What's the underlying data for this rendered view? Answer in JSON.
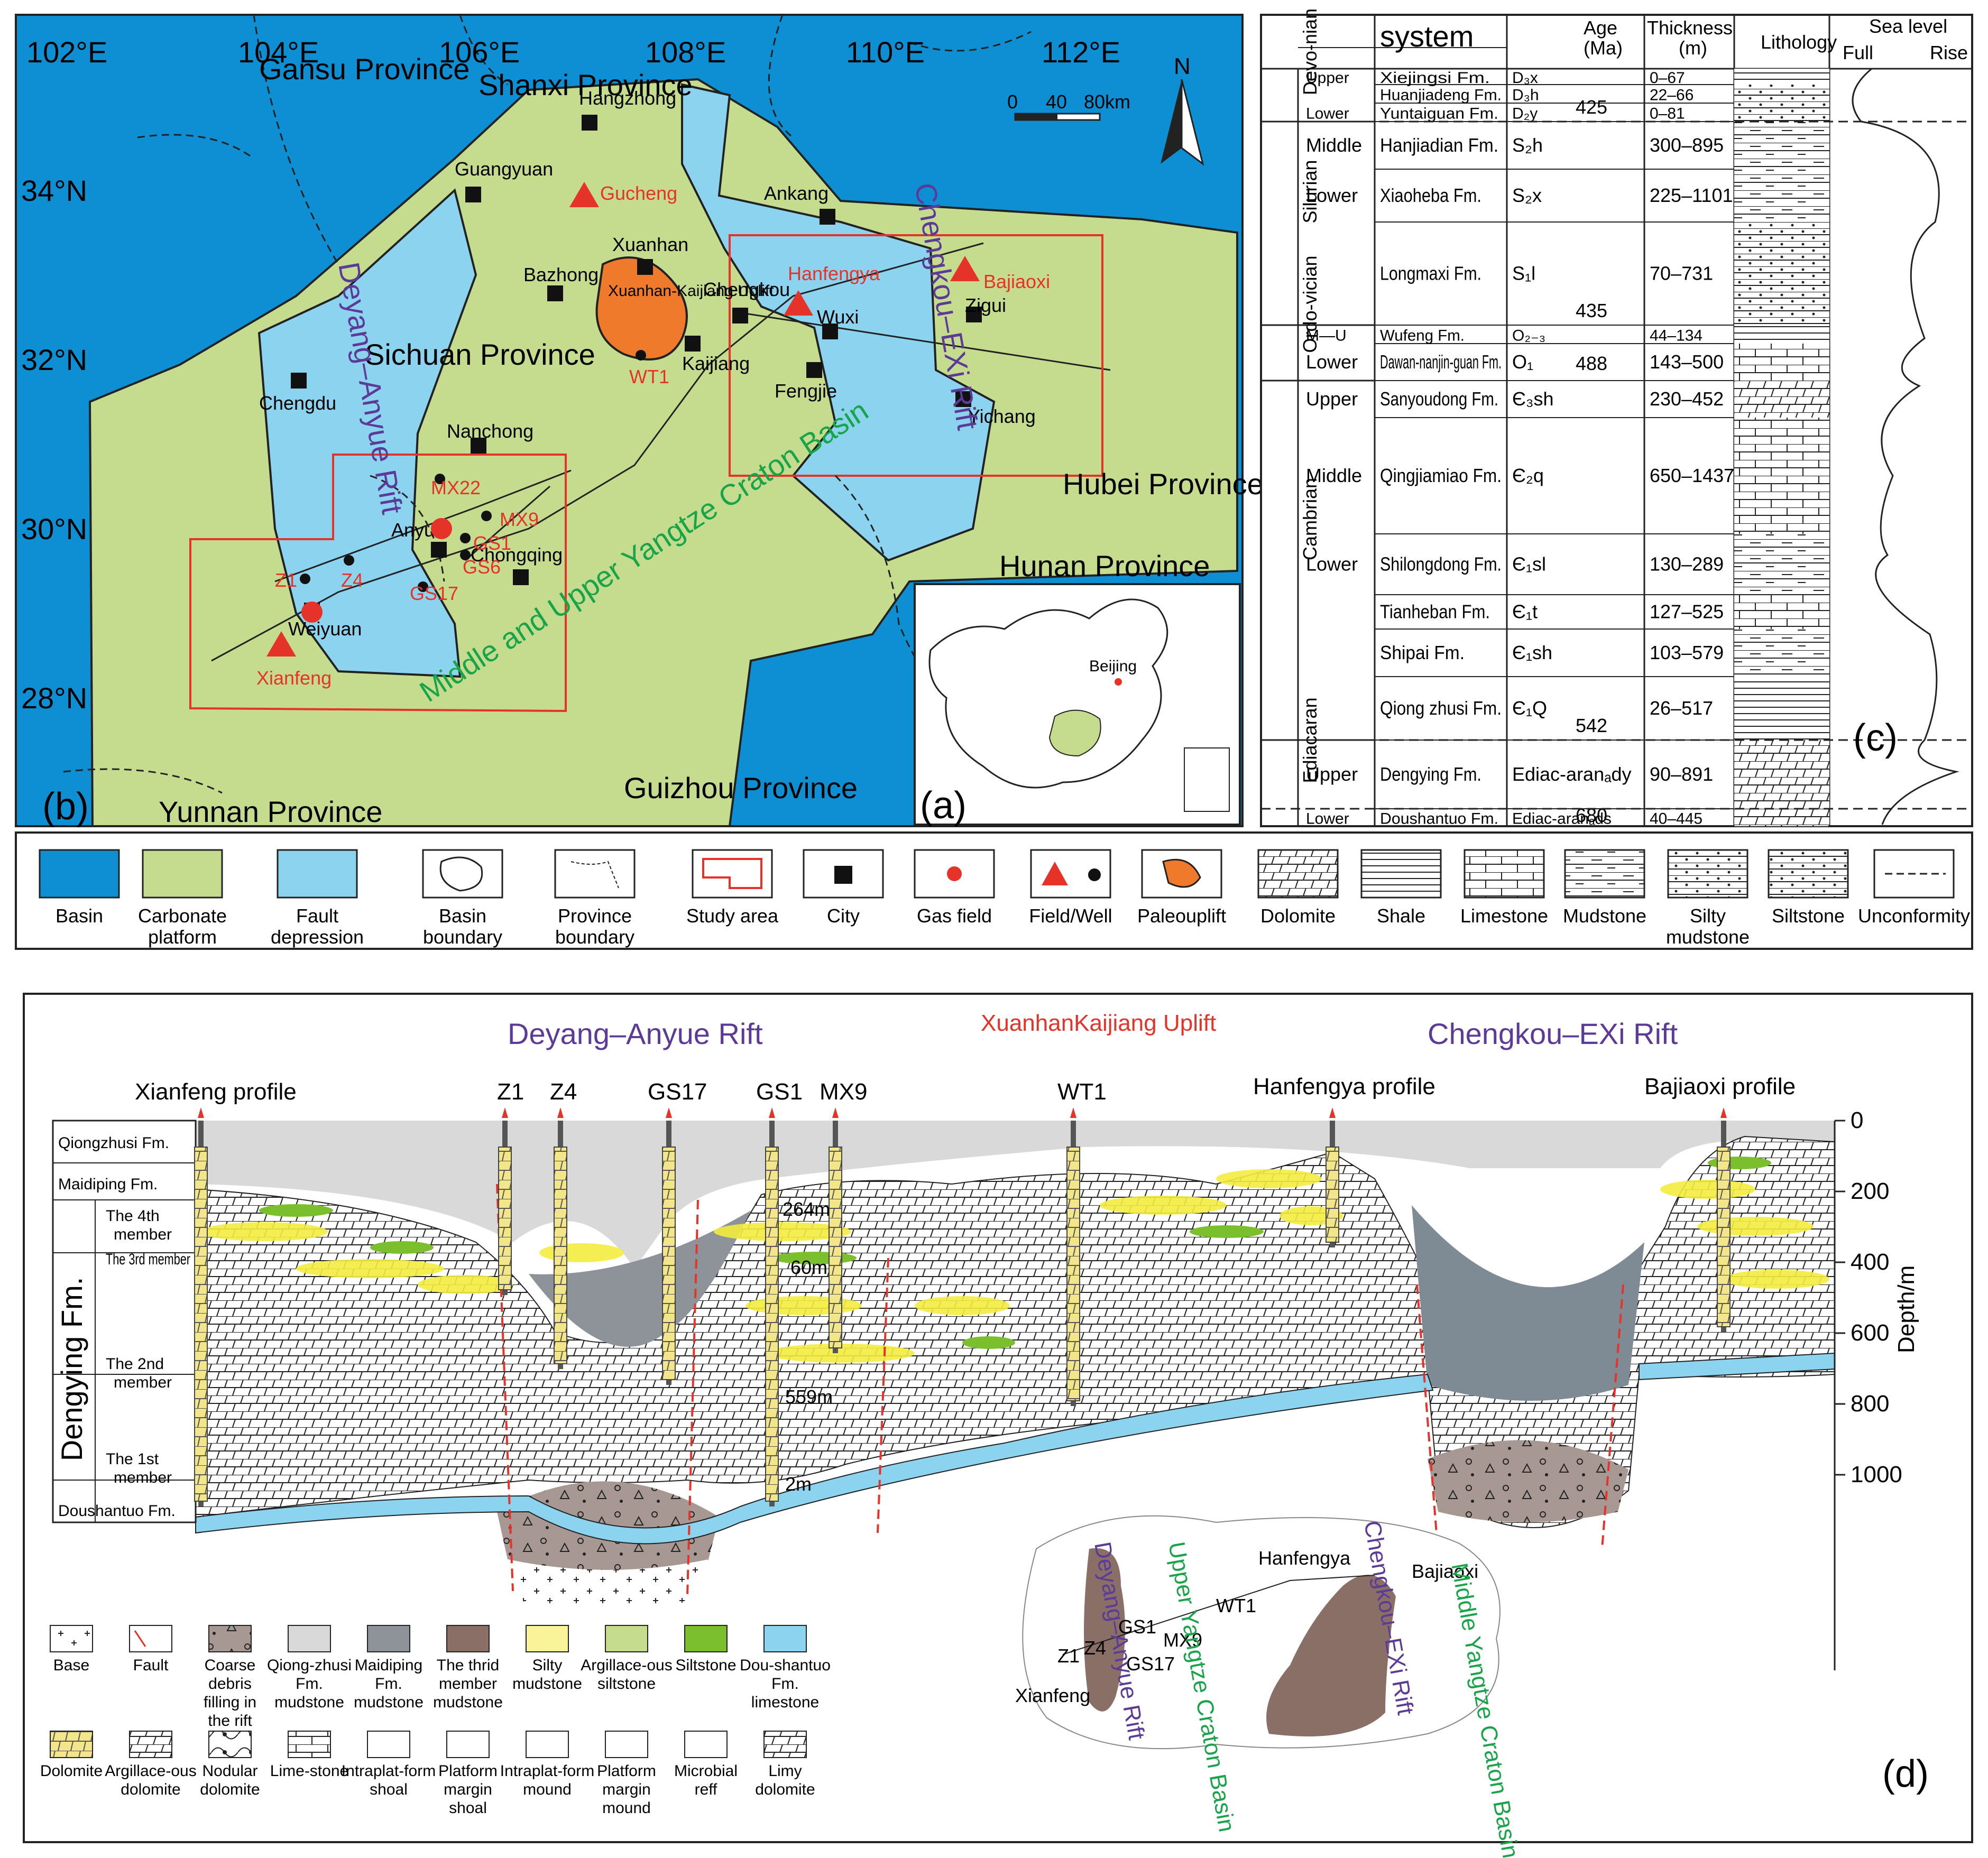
{
  "panel_b": {
    "label": "(b)",
    "lon_ticks": [
      "102°E",
      "104°E",
      "106°E",
      "108°E",
      "110°E",
      "112°E"
    ],
    "lat_ticks": [
      "34°N",
      "32°N",
      "30°N",
      "28°N"
    ],
    "provinces": [
      "Gansu Province",
      "Shanxi Province",
      "Sichuan Province",
      "Hubei Province",
      "Hunan Province",
      "Guizhou Province",
      "Yunnan Province"
    ],
    "cities": [
      "Hangzhong",
      "Guangyuan",
      "Ankang",
      "Xuanhan",
      "Bazhong",
      "Chengkou",
      "Wuxi",
      "Zigui",
      "Chengdu",
      "Kaijiang",
      "Fengjie",
      "Yichang",
      "Nanchong",
      "Anyue",
      "Chongqing",
      "Weiyuan"
    ],
    "fields": [
      "Gucheng",
      "Hanfengya",
      "Bajiaoxi",
      "Xianfeng"
    ],
    "wells": [
      "WT1",
      "MX22",
      "MX9",
      "GS1",
      "GS6",
      "GS17",
      "Z1",
      "Z4"
    ],
    "rifts": [
      "Deyang–Anyue Rift",
      "Chengkou–EXi Rift"
    ],
    "uplift": "Xuanhan-Kaijiang Uplift",
    "basin": "Middle and Upper Yangtze Craton Basin",
    "scale": [
      "0",
      "40",
      "80km"
    ],
    "north": "N"
  },
  "panel_a": {
    "label": "(a)",
    "city": "Beijing"
  },
  "panel_c": {
    "label": "(c)",
    "headers": {
      "system": "system",
      "age": "Age\n(Ma)",
      "thickness": "Thickness\n(m)",
      "lithology": "Lithology",
      "sea": "Sea level",
      "full": "Full",
      "rise": "Rise"
    },
    "systems": [
      "Devo-nian",
      "Silurian",
      "Ordo-vician",
      "Cambrian",
      "Ediacaran"
    ],
    "rows": [
      {
        "series": "Upper",
        "fm": "Xiejingsi Fm.",
        "code": "D₃x",
        "thick": "0–67"
      },
      {
        "series": "",
        "fm": "Huanjiadeng Fm.",
        "code": "D₃h",
        "thick": "22–66"
      },
      {
        "series": "Lower",
        "fm": "Yuntaiguan Fm.",
        "code": "D₂y",
        "thick": "0–81"
      },
      {
        "series": "Middle",
        "fm": "Hanjiadian Fm.",
        "code": "S₂h",
        "thick": "300–895"
      },
      {
        "series": "Lower",
        "fm": "Xiaoheba Fm.",
        "code": "S₂x",
        "thick": "225–1101"
      },
      {
        "series": "",
        "fm": "Longmaxi Fm.",
        "code": "S₁l",
        "thick": "70–731"
      },
      {
        "series": "M—U",
        "fm": "Wufeng Fm.",
        "code": "O₂₋₃",
        "thick": "44–134"
      },
      {
        "series": "Lower",
        "fm": "Dawan-nanjin-guan Fm.",
        "code": "O₁",
        "thick": "143–500"
      },
      {
        "series": "Upper",
        "fm": "Sanyoudong Fm.",
        "code": "Є₃sh",
        "thick": "230–452"
      },
      {
        "series": "Middle",
        "fm": "Qingjiamiao Fm.",
        "code": "Є₂q",
        "thick": "650–1437"
      },
      {
        "series": "Lower",
        "fm": "Shilongdong Fm.",
        "code": "Є₁sl",
        "thick": "130–289"
      },
      {
        "series": "",
        "fm": "Tianheban Fm.",
        "code": "Є₁t",
        "thick": "127–525"
      },
      {
        "series": "",
        "fm": "Shipai Fm.",
        "code": "Є₁sh",
        "thick": "103–579"
      },
      {
        "series": "",
        "fm": "Qiong zhusi Fm.",
        "code": "Є₁Q",
        "thick": "26–517"
      },
      {
        "series": "Upper",
        "fm": "Dengying Fm.",
        "code": "Ediac-aranₐdy",
        "thick": "90–891"
      },
      {
        "series": "Lower",
        "fm": "Doushantuo Fm.",
        "code": "Ediac-aranₐds",
        "thick": "40–445"
      }
    ],
    "ages": [
      "425",
      "435",
      "488",
      "542",
      "680"
    ]
  },
  "legend_top": [
    "Basin",
    "Carbonate platform",
    "Fault depression",
    "Basin boundary",
    "Province boundary",
    "Study area",
    "City",
    "Gas field",
    "Field/Well",
    "Paleouplift",
    "Dolomite",
    "Shale",
    "Limestone",
    "Mudstone",
    "Silty mudstone",
    "Siltstone",
    "Unconformity"
  ],
  "panel_d": {
    "label": "(d)",
    "titles": {
      "rift1": "Deyang–Anyue Rift",
      "uplift": "XuanhanKaijiang Uplift",
      "rift2": "Chengkou–EXi Rift"
    },
    "profiles": [
      "Xianfeng profile",
      "Z1",
      "Z4",
      "GS17",
      "GS1",
      "MX9",
      "WT1",
      "Hanfengya profile",
      "Bajiaoxi profile"
    ],
    "strat": [
      "Qiongzhusi Fm.",
      "Maidiping Fm.",
      "The 4th member",
      "The 3rd member",
      "The 2nd member",
      "The 1st member",
      "Doushantuo Fm.",
      "Dengying Fm."
    ],
    "thick_labels": [
      "264m",
      "60m",
      "559m",
      "2m"
    ],
    "depth_title": "Depth/m",
    "depth_ticks": [
      0,
      200,
      400,
      600,
      800,
      1000
    ],
    "inset": [
      "Hanfengya",
      "Bajiaoxi",
      "WT1",
      "MX9",
      "GS1",
      "Z4",
      "Z1",
      "GS17",
      "Xianfeng",
      "Deyang–Anyue Rift",
      "Upper Yangtze Craton Basin",
      "Chengkou–EXi Rift",
      "Middle Yangtze Craton Basin"
    ],
    "legend": [
      "Base",
      "Fault",
      "Coarse debris filling in the rift",
      "Qiong-zhusi Fm. mudstone",
      "Maidiping Fm. mudstone",
      "The thrid member mudstone",
      "Silty mudstone",
      "Argillace-ous siltstone",
      "Siltstone",
      "Dou-shantuo Fm. limestone",
      "Dolomite",
      "Argillace-ous dolomite",
      "Nodular dolomite",
      "Lime-stone",
      "Intraplat-form shoal",
      "Platform margin shoal",
      "Intraplat-form mound",
      "Platform margin mound",
      "Microbial reff",
      "Limy dolomite"
    ]
  },
  "colors": {
    "basin": "#0e8fd3",
    "platform": "#c5dc8f",
    "fault": "#8bd3ee",
    "uplift": "#ef7a2b",
    "red": "#e63329",
    "purple": "#5b3a98",
    "green": "#1aa44a"
  }
}
